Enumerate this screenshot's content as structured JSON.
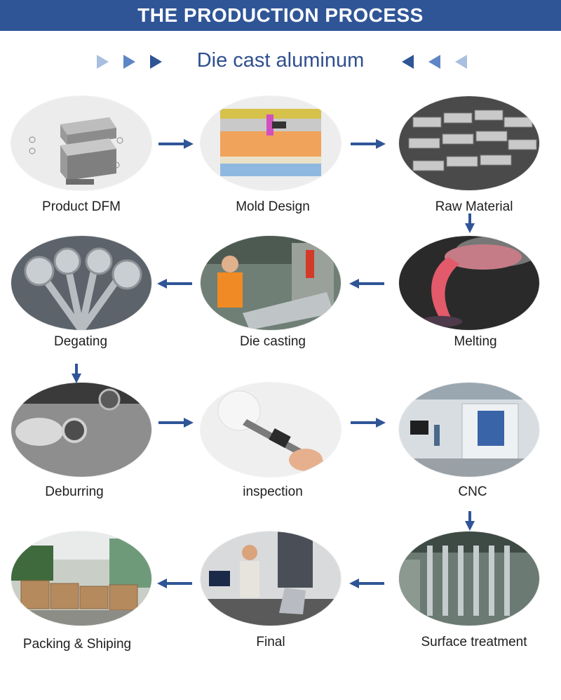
{
  "header": {
    "title": "THE PRODUCTION PROCESS"
  },
  "subtitle": "Die cast aluminum",
  "colors": {
    "header_bg": "#2f5597",
    "arrow": "#2f5597",
    "title_text": "#2f4f8f"
  },
  "steps": [
    {
      "label": "Product DFM"
    },
    {
      "label": "Mold Design"
    },
    {
      "label": "Raw Material"
    },
    {
      "label": "Melting"
    },
    {
      "label": "Die casting"
    },
    {
      "label": "Degating"
    },
    {
      "label": "Deburring"
    },
    {
      "label": "inspection"
    },
    {
      "label": "CNC"
    },
    {
      "label": "Surface treatment"
    },
    {
      "label": "Final"
    },
    {
      "label": "Packing & Shiping"
    }
  ]
}
